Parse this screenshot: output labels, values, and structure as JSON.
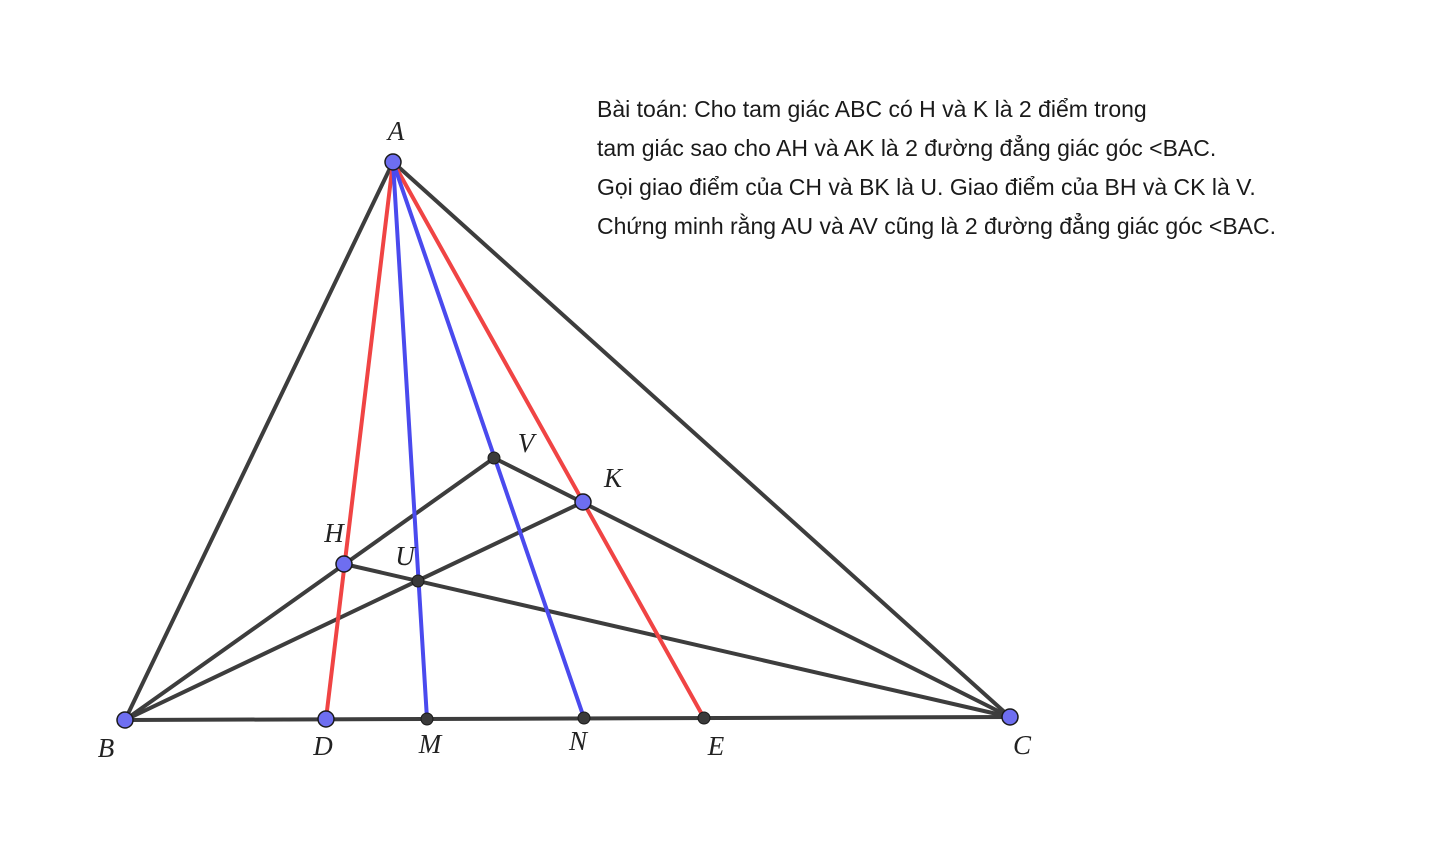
{
  "problem": {
    "lines": [
      "Bài toán: Cho tam giác ABC có H và K là 2 điểm trong",
      "tam giác sao cho AH và AK là 2 đường đẳng giác góc <BAC.",
      "Gọi giao điểm của CH và BK là U. Giao điểm của BH và CK là V.",
      "Chứng minh rằng AU và AV cũng là 2 đường đẳng giác góc <BAC."
    ]
  },
  "diagram": {
    "colors": {
      "triangle": "#3d3d3d",
      "red": "#f04444",
      "blue": "#4a4aee",
      "free_point": "#6e6ef0",
      "constructed_point": "#3a3a3a",
      "outline": "#1a1a1a"
    },
    "points": [
      {
        "id": "A",
        "label": "A",
        "kind": "free"
      },
      {
        "id": "B",
        "label": "B",
        "kind": "free"
      },
      {
        "id": "C",
        "label": "C",
        "kind": "free"
      },
      {
        "id": "H",
        "label": "H",
        "kind": "free"
      },
      {
        "id": "K",
        "label": "K",
        "kind": "free"
      },
      {
        "id": "D",
        "label": "D",
        "kind": "free"
      },
      {
        "id": "U",
        "label": "U",
        "kind": "constructed"
      },
      {
        "id": "V",
        "label": "V",
        "kind": "constructed"
      },
      {
        "id": "M",
        "label": "M",
        "kind": "constructed"
      },
      {
        "id": "N",
        "label": "N",
        "kind": "constructed"
      },
      {
        "id": "E",
        "label": "E",
        "kind": "constructed"
      }
    ],
    "segments": [
      {
        "from": "A",
        "to": "B",
        "color": "triangle"
      },
      {
        "from": "A",
        "to": "C",
        "color": "triangle"
      },
      {
        "from": "B",
        "to": "C",
        "color": "triangle"
      },
      {
        "from": "B",
        "to": "V",
        "color": "triangle"
      },
      {
        "from": "V",
        "to": "C",
        "color": "triangle"
      },
      {
        "from": "B",
        "to": "K",
        "color": "triangle"
      },
      {
        "from": "H",
        "to": "C",
        "color": "triangle"
      },
      {
        "from": "A",
        "to": "D",
        "color": "red"
      },
      {
        "from": "A",
        "to": "E",
        "color": "red"
      },
      {
        "from": "A",
        "to": "M",
        "color": "blue"
      },
      {
        "from": "A",
        "to": "N",
        "color": "blue"
      }
    ]
  }
}
